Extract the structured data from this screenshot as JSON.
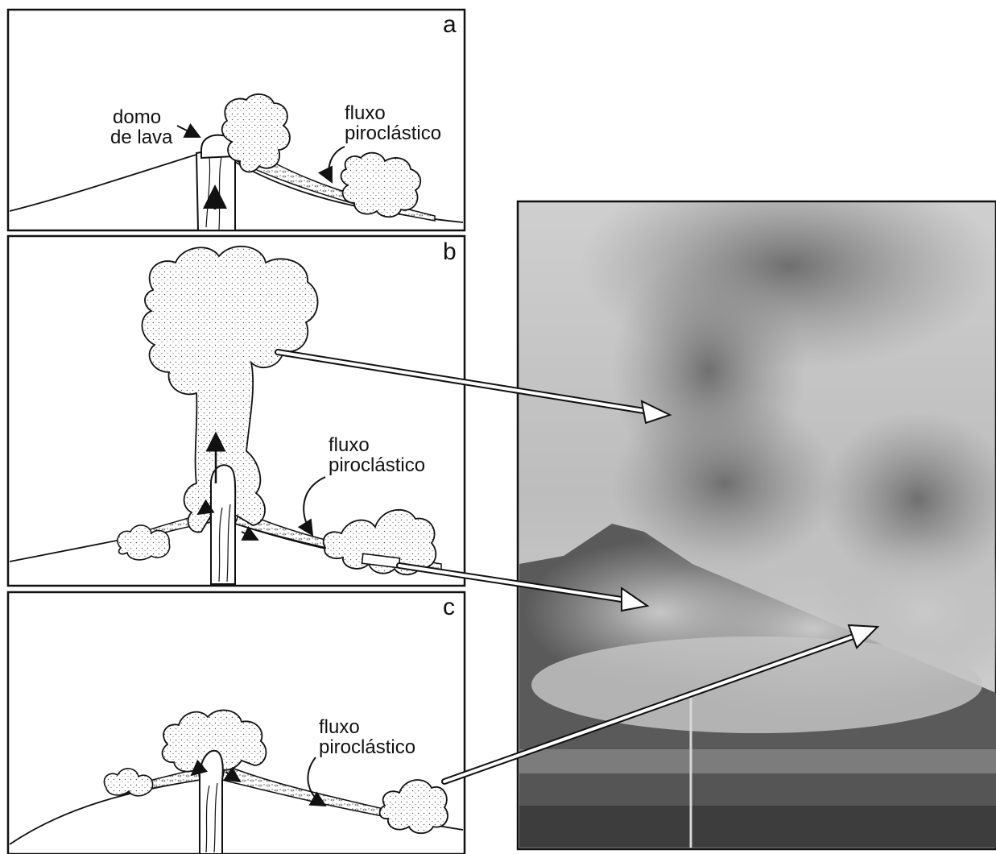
{
  "panels": [
    {
      "letter": "a",
      "labels": [
        "domo",
        "de lava",
        "fluxo",
        "piroclástico"
      ]
    },
    {
      "letter": "b",
      "labels": [
        "fluxo",
        "piroclástico"
      ]
    },
    {
      "letter": "c",
      "labels": [
        "fluxo",
        "piroclástico"
      ]
    }
  ],
  "colors": {
    "ink": "#111111",
    "ash_fill": "#e8e8e8",
    "photo_sky": "#d9d9d9"
  }
}
